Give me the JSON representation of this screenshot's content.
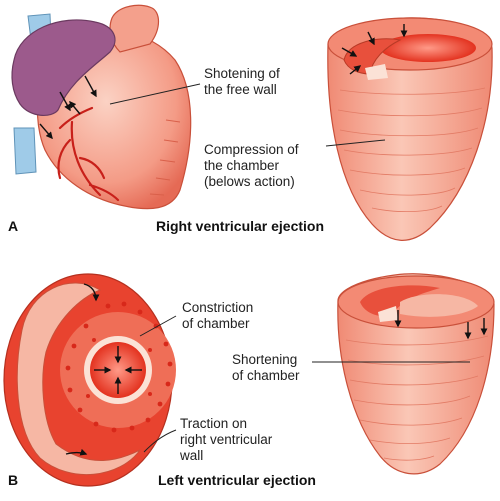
{
  "panel_a": {
    "letter": "A",
    "title": "Right ventricular ejection",
    "label_free_wall": "Shotening of\nthe free wall",
    "label_compression": "Compression of\nthe chamber\n(belows action)"
  },
  "panel_b": {
    "letter": "B",
    "title": "Left ventricular ejection",
    "label_constriction": "Constriction\nof chamber",
    "label_shortening": "Shortening\nof chamber",
    "label_traction": "Traction on\nright ventricular\nwall"
  },
  "colors": {
    "muscle": "#f08a7a",
    "muscle_light": "#f7b6a3",
    "muscle_dark": "#d9472e",
    "chamber": "#e83a2a",
    "atrium": "#9c5a8c",
    "vessel": "#9fcbe8",
    "line": "#222222"
  },
  "icons": [
    "arrow-icon"
  ]
}
